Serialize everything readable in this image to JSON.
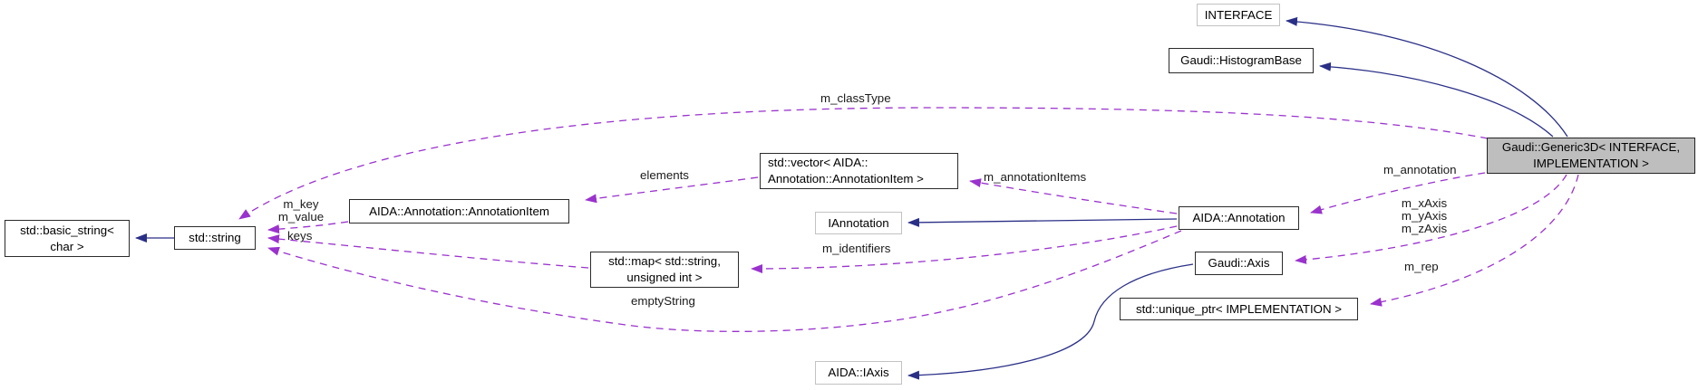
{
  "nodes": {
    "interface": {
      "label": "INTERFACE"
    },
    "histogram_base": {
      "label": "Gaudi::HistogramBase"
    },
    "generic3d": {
      "label": "Gaudi::Generic3D< INTERFACE,\nIMPLEMENTATION >"
    },
    "vector_annotation_item": {
      "label": "std::vector< AIDA::\nAnnotation::AnnotationItem >"
    },
    "annotation_item": {
      "label": "AIDA::Annotation::AnnotationItem"
    },
    "iannotation": {
      "label": "IAnnotation"
    },
    "annotation": {
      "label": "AIDA::Annotation"
    },
    "basic_string": {
      "label": "std::basic_string<\nchar >"
    },
    "std_string": {
      "label": "std::string"
    },
    "map_string_uint": {
      "label": "std::map< std::string,\nunsigned int >"
    },
    "axis": {
      "label": "Gaudi::Axis"
    },
    "unique_ptr": {
      "label": "std::unique_ptr< IMPLEMENTATION >"
    },
    "iaxis": {
      "label": "AIDA::IAxis"
    }
  },
  "edge_labels": {
    "m_classType": "m_classType",
    "elements": "elements",
    "m_annotationItems": "m_annotationItems",
    "m_annotation": "m_annotation",
    "m_key_value": "m_key\nm_value",
    "keys": "keys",
    "m_identifiers": "m_identifiers",
    "m_axes": "m_xAxis\nm_yAxis\nm_zAxis",
    "m_rep": "m_rep",
    "emptyString": "emptyString"
  },
  "colors": {
    "inheritance": "#2a2f86",
    "usage": "#9a32cd",
    "node_border": "#2b2b2b",
    "external_border": "#c2c2c2",
    "selected_fill": "#bebebe",
    "node_fill": "#ffffff",
    "label_color": "#1a1a1a",
    "bg": "#ffffff"
  }
}
